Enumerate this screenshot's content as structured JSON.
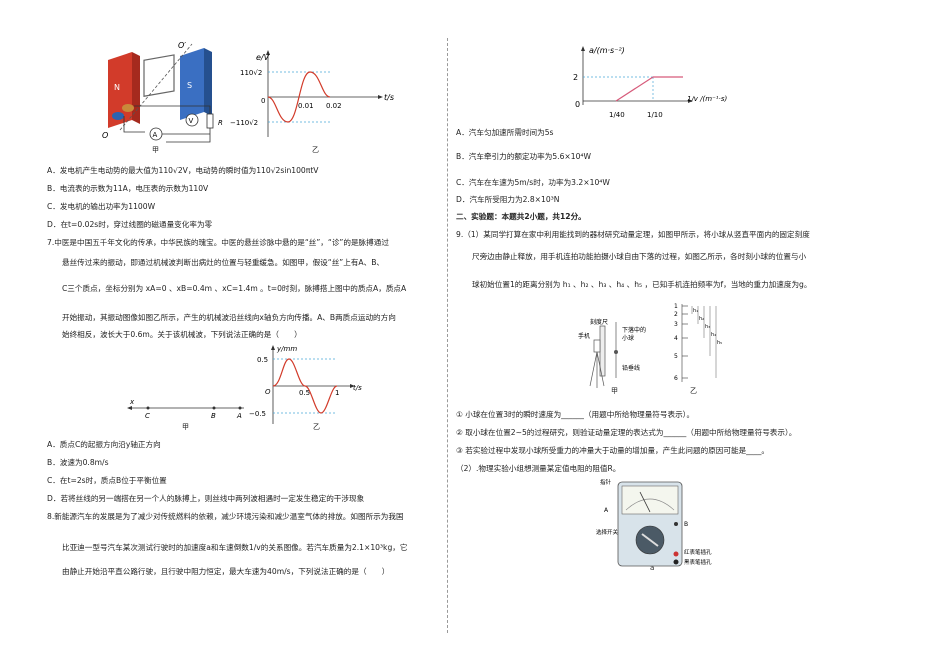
{
  "fig_generator": {
    "label_N": "N",
    "label_S": "S",
    "label_O": "O",
    "label_Oprime": "O′",
    "label_V": "V",
    "label_A": "A",
    "label_R": "R",
    "caption": "甲"
  },
  "fig_emf": {
    "ylabel": "e/V",
    "xlabel": "t/s",
    "ytick_pos": "110√2",
    "ytick_neg": "−110√2",
    "origin": "0",
    "xtick1": "0.01",
    "xtick2": "0.02",
    "caption": "乙"
  },
  "q6": {
    "a": "A．发电机产生电动势的最大值为110√2V，电动势的瞬时值为110√2sin100πtV",
    "b": "B．电流表的示数为11A，电压表的示数为110V",
    "c": "C．发电机的输出功率为1100W",
    "d": "D．在t=0.02s时，穿过线圈的磁通量变化率为零"
  },
  "q7": {
    "l1": "7.中医是中国五千年文化的传承，中华民族的瑰宝。中医的悬丝诊脉中悬的是“丝”，“诊”的是脉搏通过",
    "l2": "悬丝传过来的振动，即通过机械波判断出病灶的位置与轻重缓急。如图甲，假设“丝”上有A、B、",
    "l3": "C三个质点，坐标分别为 xA=0 、xB=0.4m 、xC=1.4m 。t=0时刻，脉搏搭上图中的质点A，质点A",
    "l4": "开始振动，其振动图像如图乙所示，产生的机械波沿丝线向x轴负方向传播。A、B两质点运动的方向",
    "l5": "始终相反，波长大于0.6m。关于该机械波，下列说法正确的是（　　）",
    "a": "A．质点C的起振方向沿y轴正方向",
    "b": "B．波速为0.8m/s",
    "c": "C．在t=2s时，质点B位于平衡位置",
    "d": "D．若将丝线的另一端搭在另一个人的脉搏上，则丝线中两列波相遇时一定发生稳定的干涉现象"
  },
  "fig_string": {
    "x": "x",
    "C": "C",
    "B": "B",
    "A": "A",
    "caption": "甲"
  },
  "fig_vib": {
    "ylabel": "y/mm",
    "xlabel": "t/s",
    "ytick_pos": "0.5",
    "ytick_neg": "−0.5",
    "origin": "O",
    "xtick1": "0.5",
    "xtick2": "1",
    "caption": "乙"
  },
  "q8": {
    "l1": "8.新能源汽车的发展是为了减少对传统燃料的依赖，减少环境污染和减少温室气体的排放。如图所示为我国",
    "l2": "比亚迪一型号汽车某次测试行驶时的加速度a和车速倒数1/v的关系图像。若汽车质量为2.1×10³kg，它",
    "l3": "由静止开始沿平直公路行驶，且行驶中阻力恒定，最大车速为40m/s，下列说法正确的是（　　）"
  },
  "fig_accel": {
    "ylabel": "a/(m·s⁻²)",
    "xlabel": "1/v /(m⁻¹·s)",
    "ytick": "2",
    "origin": "0",
    "xtick1": "1/40",
    "xtick2": "1/10"
  },
  "q8_opts": {
    "a": "A．汽车匀加速所需时间为5s",
    "b": "B．汽车牵引力的额定功率为5.6×10⁴W",
    "c": "C．汽车在车速为5m/s时，功率为3.2×10⁴W",
    "d": "D．汽车所受阻力为2.8×10³N"
  },
  "section2": "二、实验题：本题共2小题，共12分。",
  "q9": {
    "l1": "9.（1）某同学打算在家中利用能找到的器材研究动量定理，如图甲所示，将小球从竖直平面内的固定刻度",
    "l2": "尺旁边由静止释放，用手机连拍功能拍摄小球自由下落的过程，如图乙所示，各时刻小球的位置与小",
    "l3": "球初始位置1的距离分别为 h₁ 、h₂ 、h₃ 、h₄ 、h₅ ，已知手机连拍频率为f，当地的重力加速度为g。",
    "q1": "① 小球在位置3时的瞬时速度为______（用题中所给物理量符号表示）。",
    "q2": "② 取小球在位置2~5的过程研究，则验证动量定理的表达式为______（用题中所给物理量符号表示）。",
    "q3": "③ 若实验过程中发现小球所受重力的冲量大于动量的增加量，产生此问题的原因可能是____。",
    "q4": "（2）.物理实验小组想测量某定值电阻的阻值R。"
  },
  "fig_photo": {
    "label_ruler": "刻度尺",
    "label_phone": "手机",
    "label_ball": "下落中的",
    "label_ball2": "小球",
    "label_plumb": "铅垂线",
    "caption": "甲",
    "p1": "1",
    "p2": "2",
    "p3": "3",
    "p4": "4",
    "p5": "5",
    "p6": "6",
    "h1": "h₁",
    "h2": "h₂",
    "h3": "h₃",
    "h4": "h₄",
    "h5": "h₅",
    "caption2": "乙"
  },
  "fig_meter": {
    "label_pointer": "指针",
    "label_A": "A",
    "label_switch": "选择开关",
    "label_B": "B",
    "label_red": "红表笔插孔",
    "label_black": "黑表笔插孔",
    "caption": "a"
  }
}
